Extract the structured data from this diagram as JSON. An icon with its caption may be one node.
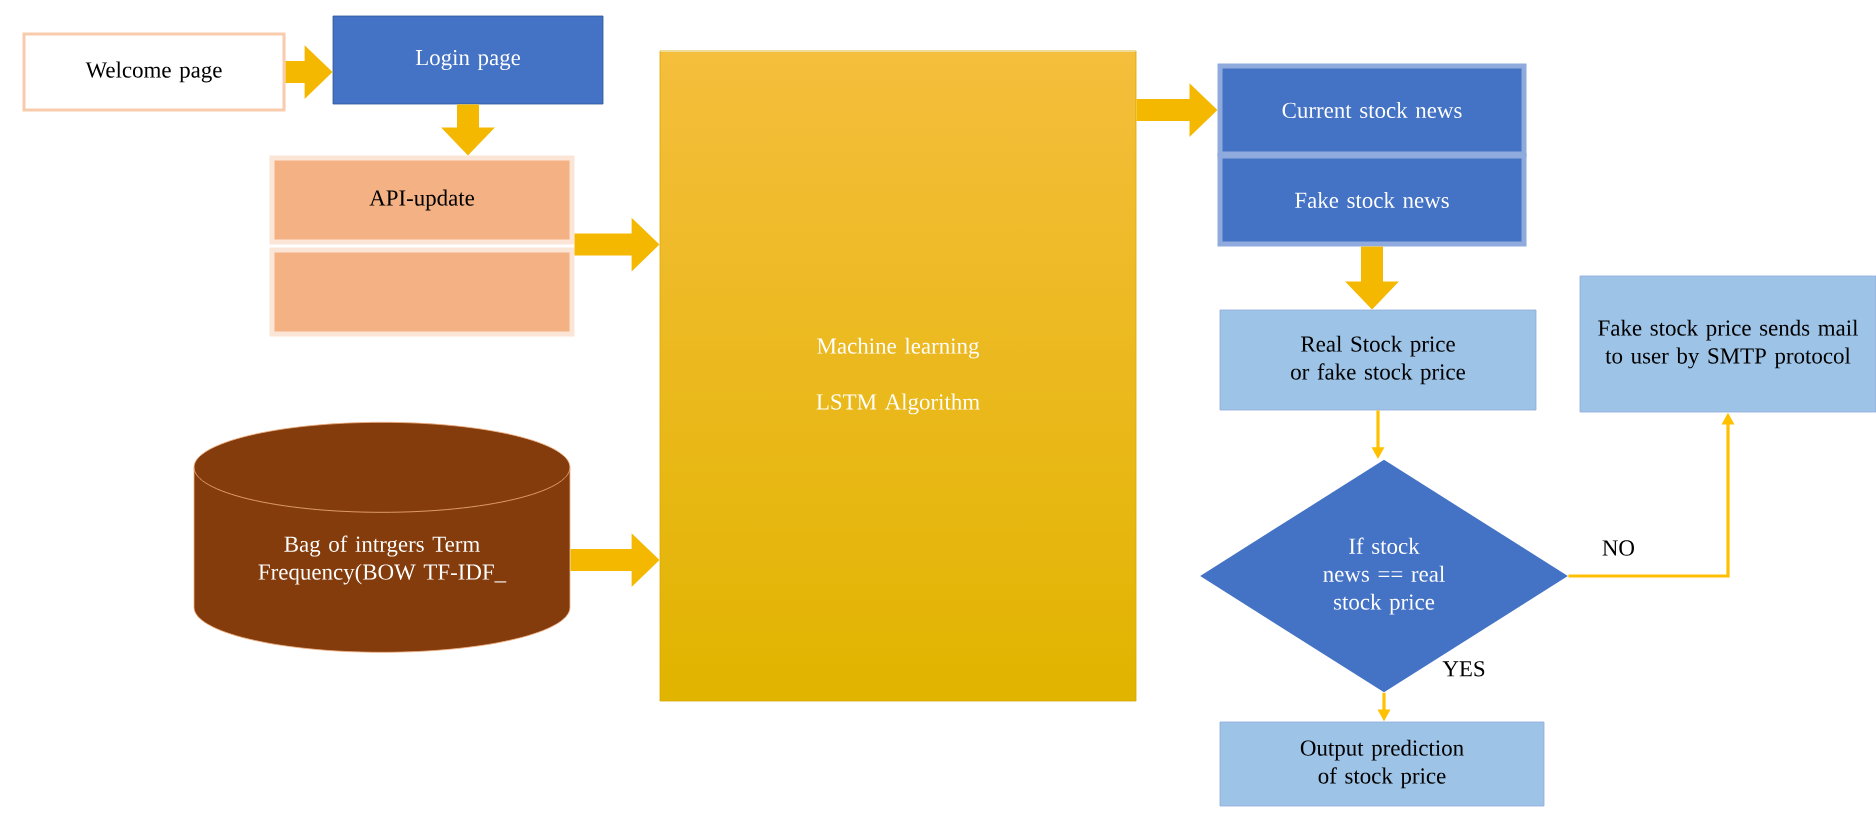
{
  "diagram": {
    "nodes": [
      {
        "text": [
          "Welcome page"
        ]
      },
      {
        "text": [
          "Login page"
        ]
      },
      {
        "text": [
          "API-update"
        ]
      },
      {
        "text": [],
        "shape": "box"
      },
      {
        "text": [
          "Bag of intrgers Term Frequency(BOW TF-IDF_"
        ]
      },
      {
        "text": [
          "Machine learning",
          "LSTM Algorithm"
        ]
      },
      {
        "text": [
          "Current stock news"
        ]
      },
      {
        "text": [
          "Fake stock news"
        ]
      },
      {
        "text": [
          "Real Stock price or fake stock price"
        ]
      },
      {
        "text": [
          "If stock news == real stock price"
        ]
      },
      {
        "text": [
          "Output prediction of stock price"
        ]
      },
      {
        "text": [
          "Fake stock price sends mail to user by SMTP protocol"
        ]
      }
    ],
    "edges": [
      {
        "from": 0,
        "to": 1,
        "arrow": "to"
      },
      {
        "from": 1,
        "to": 2,
        "arrow": "to"
      },
      {
        "from": 2,
        "to": 5,
        "arrow": "to"
      },
      {
        "from": 4,
        "to": 5,
        "arrow": "to"
      },
      {
        "from": 5,
        "to": 6,
        "arrow": "to"
      },
      {
        "from": 7,
        "to": 8,
        "arrow": "to"
      },
      {
        "from": 8,
        "to": 9,
        "arrow": "to"
      },
      {
        "from": 9,
        "to": 11,
        "arrow": "to",
        "label": "NO"
      },
      {
        "from": 9,
        "to": 10,
        "arrow": "to",
        "label": "YES"
      }
    ]
  }
}
